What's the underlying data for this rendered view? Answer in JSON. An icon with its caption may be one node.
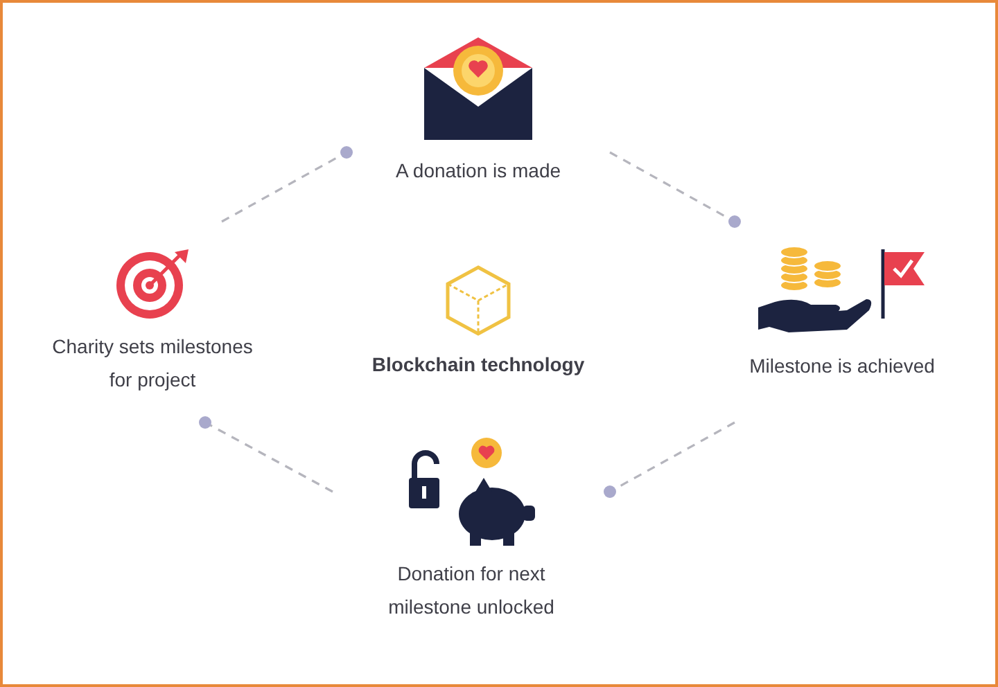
{
  "diagram": {
    "nodes": [
      {
        "text": [
          "A donation is made"
        ]
      },
      {
        "text": [
          "Milestone is achieved"
        ]
      },
      {
        "text": [
          "Donation for next milestone unlocked"
        ]
      },
      {
        "text": [
          "Charity sets milestones for project"
        ]
      },
      {
        "text": [
          "Blockchain technology"
        ]
      }
    ],
    "edges": [
      {
        "from": 3,
        "to": 0,
        "arrow": "other",
        "style": "dashed"
      },
      {
        "from": 0,
        "to": 1,
        "arrow": "other",
        "style": "dashed"
      },
      {
        "from": 1,
        "to": 2,
        "arrow": "other",
        "style": "dashed"
      },
      {
        "from": 2,
        "to": 3,
        "arrow": "other",
        "style": "dashed"
      }
    ]
  }
}
